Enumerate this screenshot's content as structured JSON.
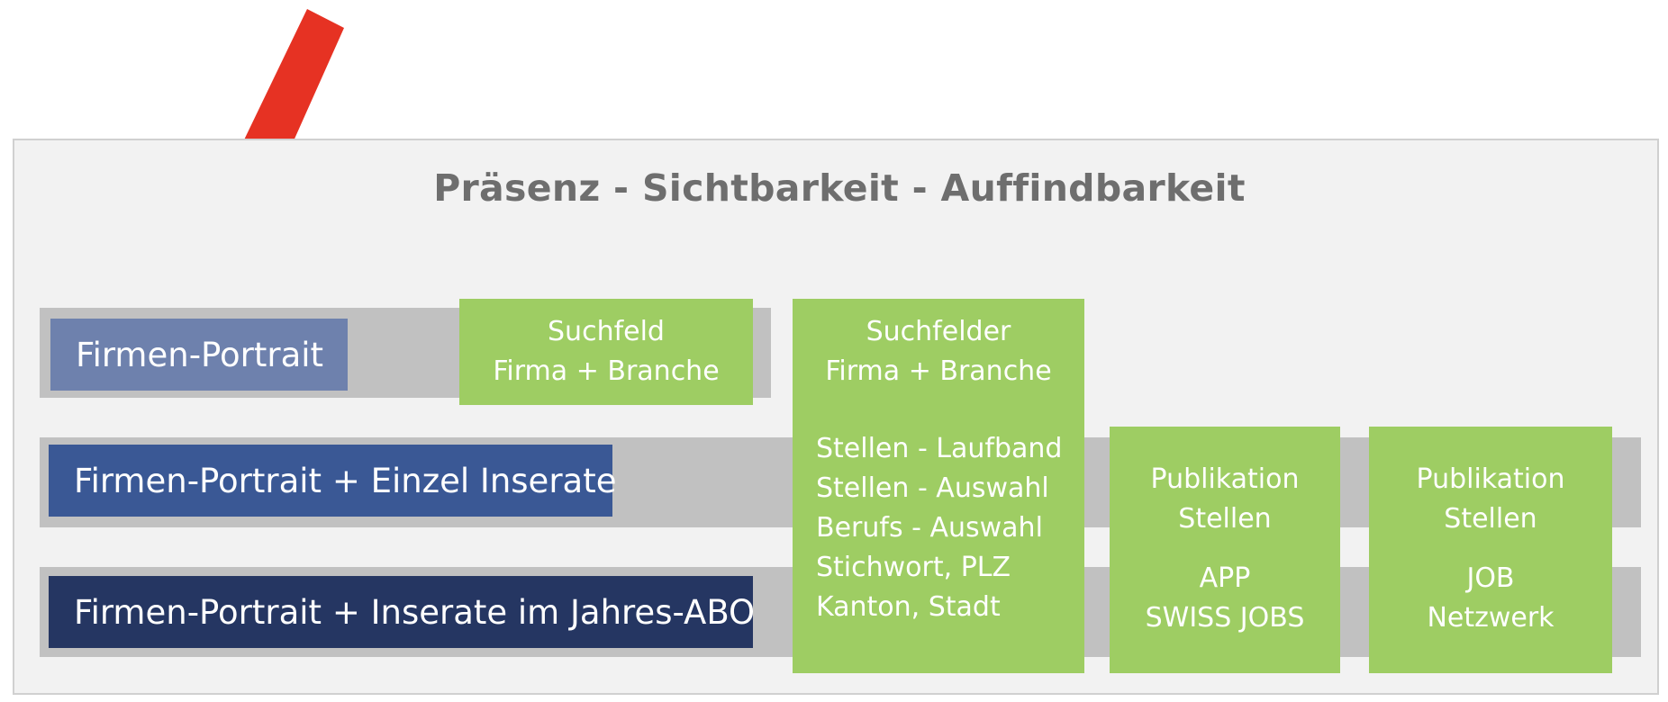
{
  "title": "Präsenz - Sichtbarkeit - Auffindbarkeit",
  "tiers": [
    {
      "label": "Firmen-Portrait",
      "color": "#6e81ad"
    },
    {
      "label": "Firmen-Portrait + Einzel Inserate",
      "color": "#3a5895"
    },
    {
      "label": "Firmen-Portrait + Inserate im Jahres-ABO",
      "color": "#253662"
    }
  ],
  "boxes": {
    "suchfeld": [
      "Suchfeld",
      "Firma + Branche"
    ],
    "suchfelder": {
      "top": [
        "Suchfelder",
        "Firma + Branche"
      ],
      "list": [
        "Stellen - Laufband",
        "Stellen - Auswahl",
        "Berufs - Auswahl",
        "Stichwort, PLZ",
        "Kanton, Stadt"
      ]
    },
    "app": {
      "top": [
        "Publikation",
        "Stellen"
      ],
      "bottom": [
        "APP",
        "SWISS JOBS"
      ]
    },
    "job": {
      "top": [
        "Publikation",
        "Stellen"
      ],
      "bottom": [
        "JOB",
        "Netzwerk"
      ]
    }
  },
  "colors": {
    "accent_green": "#9ecd63",
    "arrow_red": "#e63223",
    "bar_gray": "#c1c1c1",
    "title_gray": "#6e6e6e"
  },
  "icons": {
    "pointer": "red-arrow-icon"
  }
}
